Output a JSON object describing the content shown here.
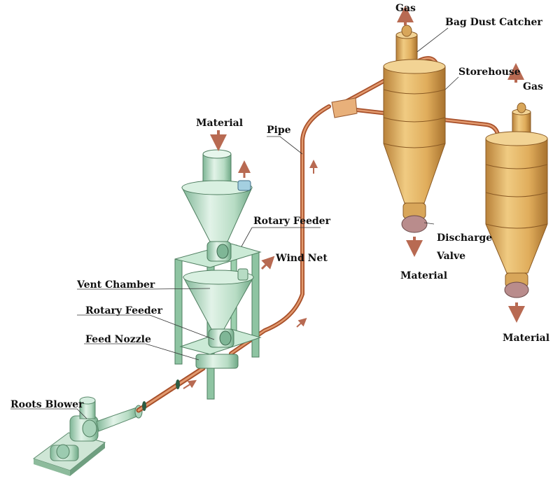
{
  "labels": {
    "gas_top": "Gas",
    "bag_dust_catcher": "Bag Dust Catcher",
    "storehouse": "Storehouse",
    "gas_right": "Gas",
    "material_top": "Material",
    "pipe": "Pipe",
    "rotary_feeder_upper": "Rotary Feeder",
    "wind_net": "Wind Net",
    "discharge": "Discharge",
    "valve": "Valve",
    "material_mid": "Material",
    "vent_chamber": "Vent Chamber",
    "rotary_feeder_lower": "Rotary Feeder",
    "feed_nozzle": "Feed Nozzle",
    "roots_blower": "Roots Blower",
    "material_right": "Material"
  },
  "colors": {
    "silo": "#e4b567",
    "silo_dark": "#b9823a",
    "pipe": "#c9693d",
    "equipment_green": "#bfe3cc",
    "equipment_green_dark": "#6fa886",
    "arrow": "#b86a52"
  }
}
